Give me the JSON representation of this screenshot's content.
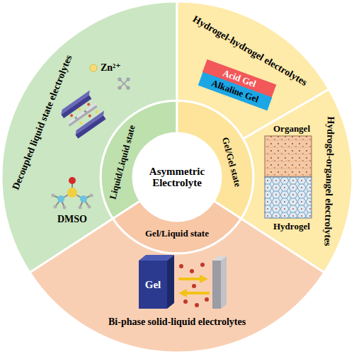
{
  "diagram": {
    "nodes": [
      {
        "text": [
          "Asymmetric Electrolyte"
        ]
      },
      {
        "text": [
          "Liquid/Liquid state"
        ]
      },
      {
        "text": [
          "Gel/Gel state"
        ]
      },
      {
        "text": [
          "Gel/Liquid state"
        ]
      },
      {
        "text": [
          "Decoupled liquid state electrolytes"
        ]
      },
      {
        "text": [
          "Hydrogel-hydrogel electrolytes"
        ]
      },
      {
        "text": [
          "Acid Gel"
        ],
        "in": 5
      },
      {
        "text": [
          "Alkaline Gel"
        ],
        "in": 5
      },
      {
        "text": [
          "Hydrogel-organgel electrolytes"
        ]
      },
      {
        "text": [
          "Bi-phase solid-liquid electrolytes"
        ]
      },
      {
        "text": [
          "Gel"
        ],
        "in": 9
      }
    ],
    "labels": [
      "Zn²⁺",
      "DMSO",
      "Organgel",
      "Hydrogel"
    ]
  }
}
